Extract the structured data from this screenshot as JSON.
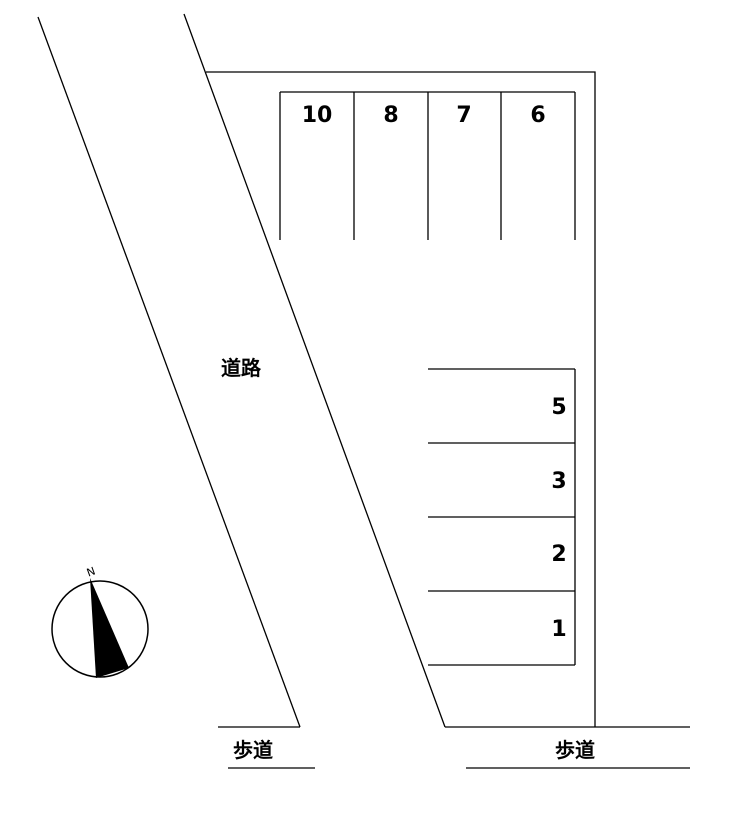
{
  "map": {
    "road_label": "道路",
    "sidewalk_labels": [
      "歩道",
      "歩道"
    ],
    "top_spaces": [
      "10",
      "8",
      "7",
      "6"
    ],
    "side_spaces": [
      "5",
      "3",
      "2",
      "1"
    ],
    "compass_label": "N"
  }
}
